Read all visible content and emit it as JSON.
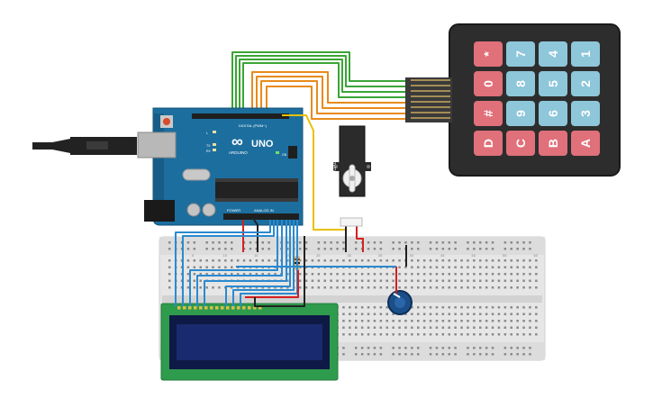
{
  "arduino": {
    "brand": "UNO",
    "sub": "ARDUINO",
    "digital_label": "DIGITAL (PWM~)",
    "analog_label": "ANALOG IN",
    "power_label": "POWER",
    "tx": "TX",
    "rx": "RX",
    "on": "ON",
    "l": "L"
  },
  "servo": {
    "label": "SG90 SERVO"
  },
  "keypad": {
    "keys": [
      "*",
      "7",
      "4",
      "1",
      "0",
      "8",
      "5",
      "2",
      "#",
      "9",
      "6",
      "3",
      "D",
      "C",
      "B",
      "A"
    ],
    "colors": {
      "red": "#e0707a",
      "blue": "#8ec6da",
      "body": "#2d2d2d"
    }
  },
  "breadboard": {
    "columns": [
      "5",
      "10",
      "15",
      "20",
      "25",
      "30",
      "35",
      "40",
      "45",
      "50",
      "55",
      "60"
    ]
  },
  "colors": {
    "board": "#1c6e9e",
    "wire_green": "#3aa535",
    "wire_orange": "#e88a1c",
    "wire_blue": "#2a8ad0",
    "wire_black": "#222222",
    "wire_red": "#d42020",
    "wire_yellow": "#e8c000",
    "lcd_frame": "#2f9b4d",
    "lcd_screen": "#1a2a6e"
  }
}
